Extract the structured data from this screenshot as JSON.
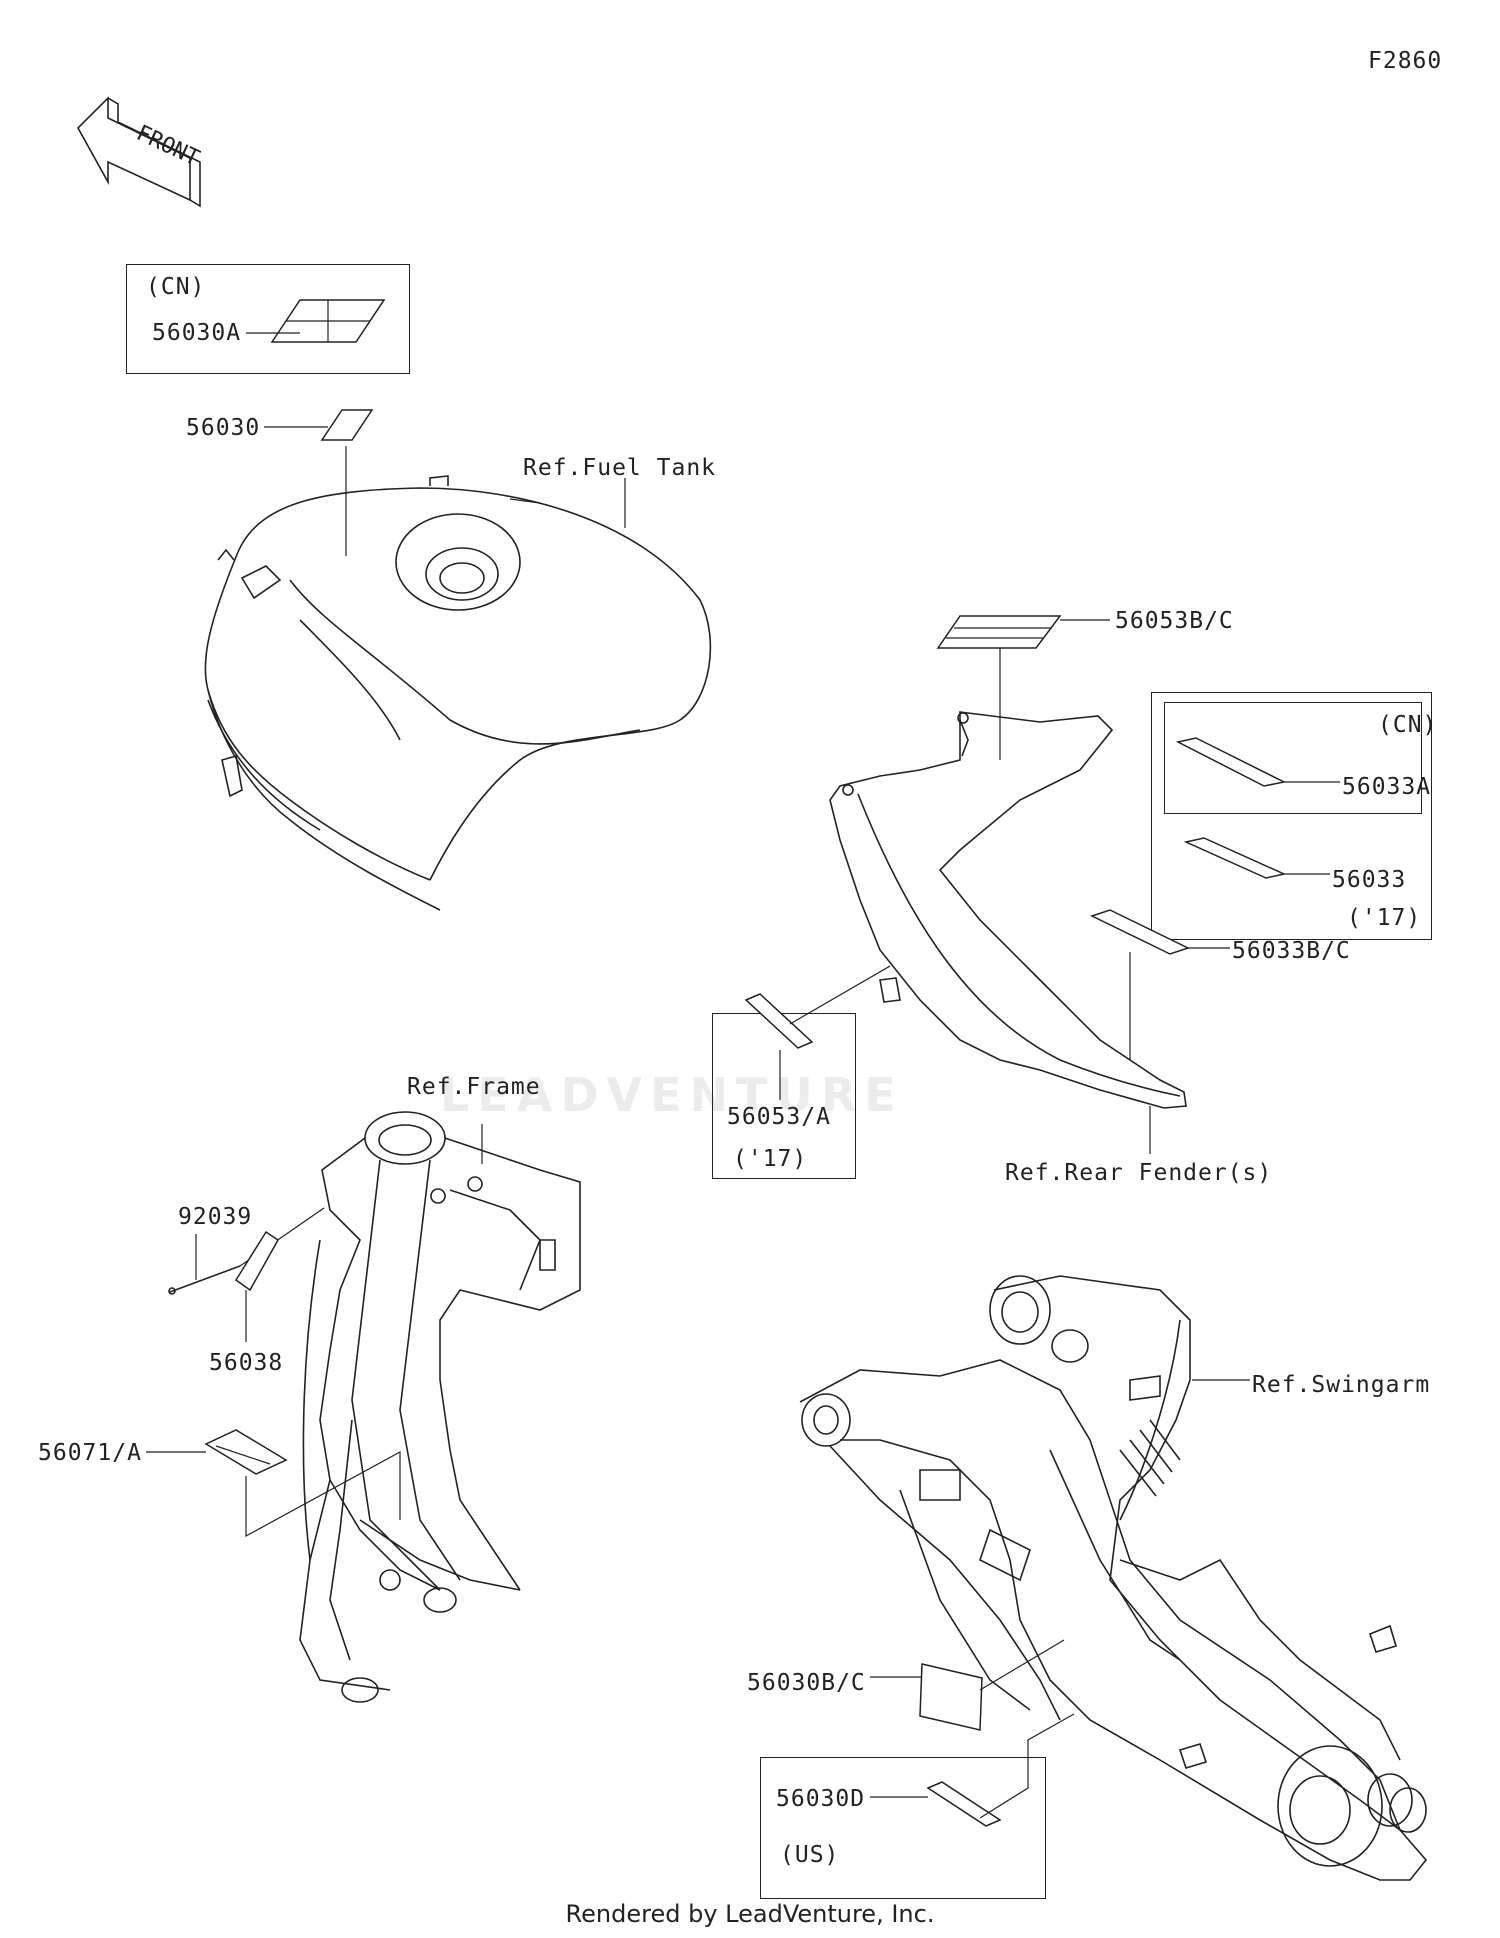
{
  "figure_code": "F2860",
  "front_label": "FRONT",
  "watermark": "LEADVENTURE",
  "footer": "Rendered by LeadVenture, Inc.",
  "reference_labels": {
    "fuel_tank": "Ref.Fuel Tank",
    "rear_fender": "Ref.Rear Fender(s)",
    "frame": "Ref.Frame",
    "swingarm": "Ref.Swingarm"
  },
  "parts": {
    "p56030A": "56030A",
    "p56030": "56030",
    "p56053BC": "56053B/C",
    "p56033A": "56033A",
    "p56033": "56033",
    "p56033BC": "56033B/C",
    "p56053A": "56053/A",
    "p92039": "92039",
    "p56038": "56038",
    "p56071A": "56071/A",
    "p56030BC": "56030B/C",
    "p56030D": "56030D"
  },
  "variants": {
    "cn_1": "(CN)",
    "cn_2": "(CN)",
    "y17_1": "('17)",
    "y17_2": "('17)",
    "us": "(US)"
  }
}
